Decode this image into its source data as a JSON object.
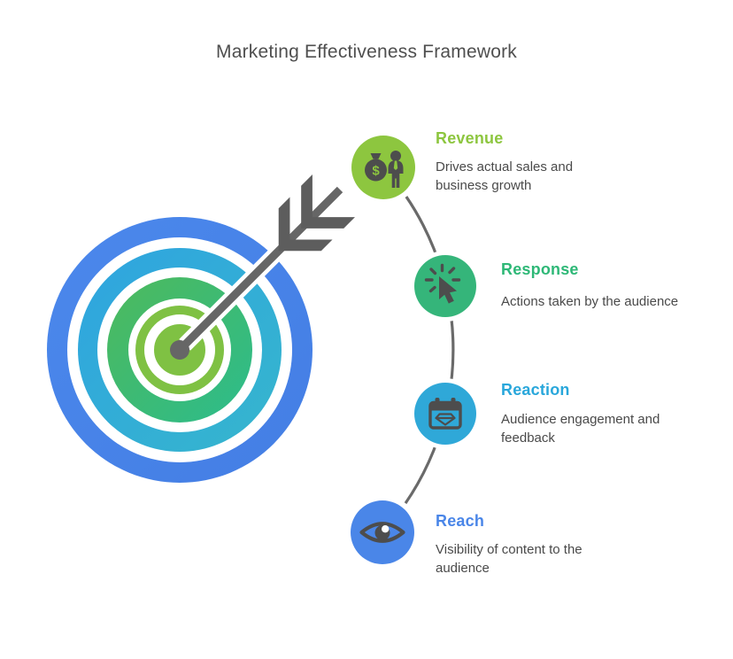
{
  "title": "Marketing Effectiveness Framework",
  "nodes": [
    {
      "id": "revenue",
      "title": "Revenue",
      "description": "Drives actual sales and business growth",
      "color": "#8dc63f",
      "icon": "money-bag-person-icon",
      "money_symbol": "$"
    },
    {
      "id": "response",
      "title": "Response",
      "description": "Actions taken by the audience",
      "color": "#35b57a",
      "icon": "click-cursor-icon"
    },
    {
      "id": "reaction",
      "title": "Reaction",
      "description": "Audience engagement and feedback",
      "color": "#2fa8d8",
      "icon": "calendar-gem-icon"
    },
    {
      "id": "reach",
      "title": "Reach",
      "description": "Visibility of content to the audience",
      "color": "#4a86e8",
      "icon": "eye-icon"
    }
  ],
  "target": {
    "description": "bullseye target with arrow hitting center",
    "ring_colors_outer_to_center": [
      "#4a86e8",
      "#31a8dc",
      "#3cba7c",
      "#7fc143"
    ],
    "arrow_color": "#666666"
  },
  "connector": {
    "shape": "arc through the four step circles",
    "color": "#6a6a6a"
  },
  "colors": {
    "background": "#ffffff",
    "title_text": "#4f4f4f",
    "body_text": "#4a4a4a",
    "icon_glyphs": "#4d4d4d"
  }
}
